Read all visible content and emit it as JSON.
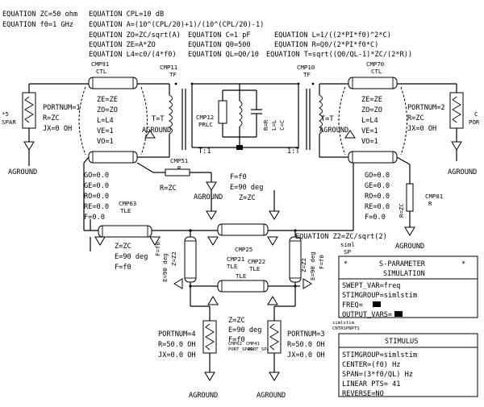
{
  "equations": [
    "EQUATION ZC=50 ohm",
    "EQUATION CPL=10 dB",
    "EQUATION f0=1 GHz",
    "EQUATION A=(10^(CPL/20)+1)/(10^(CPL/20)-1)",
    "EQUATION ZO=ZC/sqrt(A)",
    "EQUATION C=1 pF",
    "EQUATION L=1/((2*PI*f0)^2*C)",
    "EQUATION ZE=A*ZO",
    "EQUATION Q0=500",
    "EQUATION R=Q0/(2*PI*f0*C)",
    "EQUATION L4=c0/(4*f0)",
    "EQUATION QL=Q0/10",
    "EQUATION T=sqrt((Q0/QL-1)*ZC/(2*R))"
  ],
  "components": {
    "cmp91": {
      "id": "CMP91",
      "type": "CTL"
    },
    "cmp11": {
      "id": "CMP11",
      "type": "TF"
    },
    "cmp10": {
      "id": "CMP10",
      "type": "TF"
    },
    "cmp70": {
      "id": "CMP70",
      "type": "CTL"
    },
    "cmp12": {
      "id": "CMP12",
      "type": "PRLC"
    },
    "cmp51": {
      "id": "CMP51",
      "type": "R"
    },
    "cmp63": {
      "id": "CMP63",
      "type": "TLE"
    },
    "cmp81": {
      "id": "CMP81",
      "type": "R"
    },
    "cmp25": {
      "id": "CMP25",
      "type": "TLE"
    },
    "cmp21": {
      "id": "CMP21",
      "type": "TLE"
    },
    "cmp22": {
      "id": "CMP22",
      "type": "TLE"
    },
    "cmp62": {
      "id": "CMP62",
      "type": "PORT_SPAR"
    },
    "cmp41": {
      "id": "CMP41",
      "type": "PORT_SPAR"
    }
  },
  "ctl_params": [
    "ZE=ZE",
    "ZO=ZO",
    "L=L4",
    "VE=1",
    "VO=1"
  ],
  "ctl_params_b": [
    "GO=0.0",
    "GE=0.0",
    "RO=0.0",
    "RE=0.0",
    "F=0.0"
  ],
  "port1": {
    "head": "*5",
    "label": "SPAR",
    "params": [
      "PORTNUM=1",
      "R=ZC",
      "JX=0 OH"
    ]
  },
  "port2": {
    "head": "C",
    "label": "POR",
    "params": [
      "PORTNUM=2",
      "R=ZC",
      "JX=0 OH"
    ]
  },
  "port3": {
    "params": [
      "PORTNUM=3",
      "R=50.0 OH",
      "JX=0.0 OH"
    ]
  },
  "port4": {
    "params": [
      "PORTNUM=4",
      "R=50.0 OH",
      "JX=0.0 OH"
    ]
  },
  "tf_param": "T=T",
  "ratio_left": "T:1",
  "ratio_right": "1:T",
  "prlc_params": [
    "R=R",
    "L=L",
    "C=C"
  ],
  "r_zc": "R=ZC",
  "tle_main": [
    "F=f0",
    "E=90 deg",
    "Z=ZC"
  ],
  "tle_left": [
    "Z=ZC",
    "E=90 deg",
    "F=f0"
  ],
  "tle_bottom": [
    "Z=ZC",
    "E=90 deg",
    "F=f0"
  ],
  "tle_vert_left": [
    "E=90 deg",
    "Z=Z2",
    "F=f0"
  ],
  "tle_vert_right": [
    "Z=Z2",
    "E=90 deg",
    "F=f0"
  ],
  "equation_z2": "EQUATION Z2=ZC/sqrt(2)",
  "ground": "AGROUND",
  "sim": {
    "tag_id": "siml",
    "tag_type": "SP",
    "title": "S-PARAMETER",
    "subtitle": "SIMULATION",
    "lines": [
      "SWEPT_VAR=freq",
      "STIMGROUP=simlstim",
      "FREQ=",
      "OUTPUT_VARS="
    ]
  },
  "stim": {
    "tag_id": "simlstim",
    "tag_type": "CNTRSPNPTS",
    "title": "STIMULUS",
    "lines": [
      "STIMGROUP=simlstim",
      "CENTER=(f0) Hz",
      "SPAN=(3*f0/QL) Hz",
      "LINEAR PTS= 41",
      "REVERSE=NO"
    ]
  }
}
